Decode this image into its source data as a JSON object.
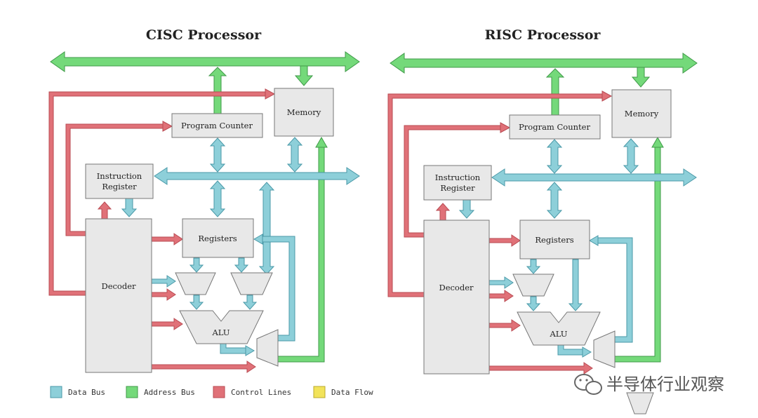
{
  "diagrams": [
    {
      "title": "CISC Processor",
      "memory": "Memory",
      "program_counter": "Program Counter",
      "instruction_register": [
        "Instruction",
        "Register"
      ],
      "registers": "Registers",
      "decoder": "Decoder",
      "alu": "ALU"
    },
    {
      "title": "RISC Processor",
      "memory": "Memory",
      "program_counter": "Program Counter",
      "instruction_register": [
        "Instruction",
        "Register"
      ],
      "registers": "Registers",
      "decoder": "Decoder",
      "alu": "ALU"
    }
  ],
  "legend": [
    {
      "label": "Data Bus",
      "color": "#8dcfd9"
    },
    {
      "label": "Address Bus",
      "color": "#74d97a"
    },
    {
      "label": "Control Lines",
      "color": "#e07178"
    },
    {
      "label": "Data Flow",
      "color": "#f2e35a"
    }
  ],
  "watermark": {
    "text": "半导体行业观察"
  },
  "colors": {
    "data_bus": "#8dcfd9",
    "address_bus": "#74d97a",
    "control_lines": "#e07178",
    "block_fill": "#e8e8e8",
    "block_stroke": "#777777"
  }
}
